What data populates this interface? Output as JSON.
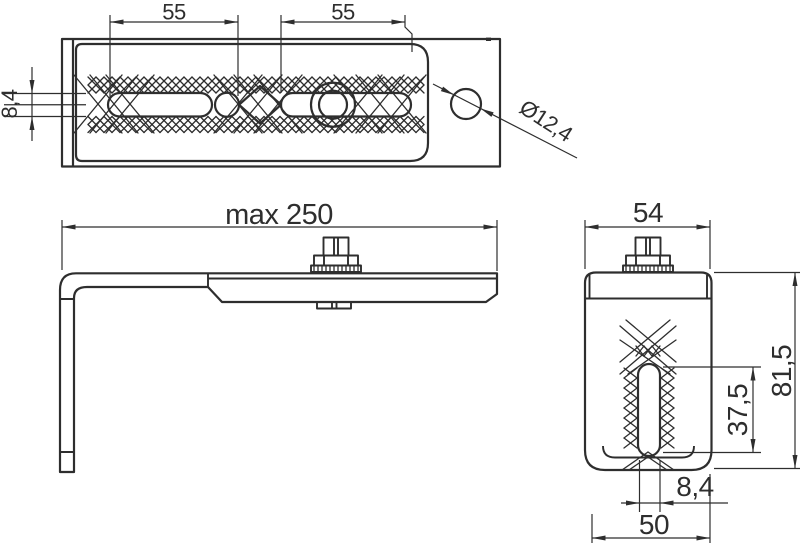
{
  "colors": {
    "background": "#ffffff",
    "line": "#2e2e2e",
    "text": "#2e2e2e"
  },
  "views": {
    "top": {
      "labels": {
        "pitch_left": "55",
        "pitch_right": "55",
        "slot_width": "8,4",
        "hole_diameter": "Ø12,4"
      }
    },
    "front": {
      "labels": {
        "max_length": "max 250"
      }
    },
    "side": {
      "labels": {
        "width": "54",
        "height": "81,5",
        "slot_length": "37,5",
        "slot_width": "8,4",
        "base_width": "50"
      }
    }
  }
}
